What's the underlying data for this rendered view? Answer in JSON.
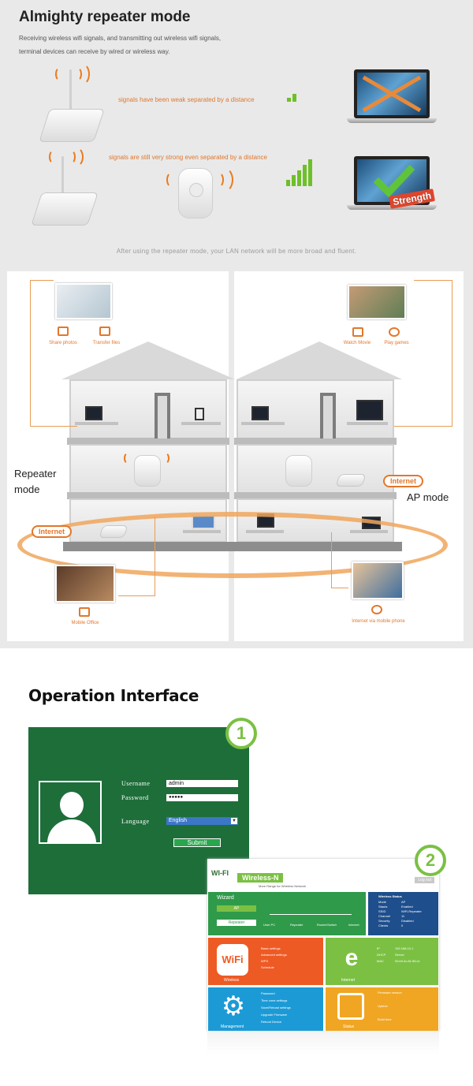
{
  "banner": {
    "title": "Almighty repeater mode",
    "subtitle_line1": "Receiving wireless wifi signals, and transmitting out wireless wifi signals,",
    "subtitle_line2": "terminal devices can receive by wired or wireless way.",
    "weak_text": "signals have been weak separated by a distance",
    "strong_text": "signals are still very strong even separated by a distance",
    "strength_label": "Strength",
    "footer": "After using the repeater mode, your LAN network will be more broad and fluent."
  },
  "houses": {
    "left_label_line1": "Repeater",
    "left_label_line2": "mode",
    "right_label": "AP mode",
    "internet_left": "Internet",
    "internet_right": "Internet",
    "cap_share_photos": "Share photos",
    "cap_transfer_files": "Transfer files",
    "cap_watch_movie": "Watch Movie",
    "cap_play_games": "Play games",
    "cap_mobile_office": "Mobile Office",
    "cap_internet_mobile": "Internet via mobile phone"
  },
  "operation": {
    "title": "Operation Interface",
    "step1": "1",
    "step2": "2",
    "login": {
      "username_label": "Username",
      "username_value": "admin",
      "password_label": "Password",
      "password_value": "●●●●●",
      "language_label": "Language",
      "language_value": "English",
      "submit_label": "Submit"
    },
    "dashboard": {
      "logo": "WI-FI",
      "brand": "Wireless-N",
      "tagline": "More Range for Wireless Network",
      "logout": "Log out",
      "wizard_title": "Wizard",
      "wizard_ap": "AP",
      "wizard_repeater": "Repeater",
      "flow_labels": [
        "User PC",
        "Repeater",
        "Router/Switch",
        "Internet"
      ],
      "status_title": "Wireless Status",
      "status_rows": [
        [
          "Mode",
          "AP"
        ],
        [
          "Stauts",
          "Enabled"
        ],
        [
          "SSID",
          "WiFi-Repeater"
        ],
        [
          "Channel",
          "11"
        ],
        [
          "Security",
          "Disabled"
        ],
        [
          "Clients",
          "0"
        ]
      ],
      "wireless_label": "Wireless",
      "wireless_links": [
        "Basic settings",
        "Advanced settings",
        "WPS",
        "Schedule"
      ],
      "internet_label": "Internet",
      "internet_rows": [
        [
          "IP",
          "192.168.10.1"
        ],
        [
          "DHCP",
          "Server"
        ],
        [
          "MAC",
          "00:e0:4c:81:96:c1"
        ]
      ],
      "management_label": "Management",
      "management_links": [
        "Password",
        "Time zone settings",
        "Save/Reload settings",
        "Upgrade Firmware",
        "Reboot Device"
      ],
      "status_label": "Status",
      "status_info": [
        "Firmware version",
        "Uptime",
        "Build time"
      ]
    }
  },
  "colors": {
    "accent_orange": "#e2772b",
    "login_green": "#1e6e3a",
    "badge_green": "#7bc043",
    "tile_wizard": "#2f9a4a",
    "tile_status": "#1e4e8c",
    "tile_wireless": "#ee5a24",
    "tile_internet": "#7bc043",
    "tile_management": "#1c9ad6",
    "tile_status2": "#f0a623"
  }
}
